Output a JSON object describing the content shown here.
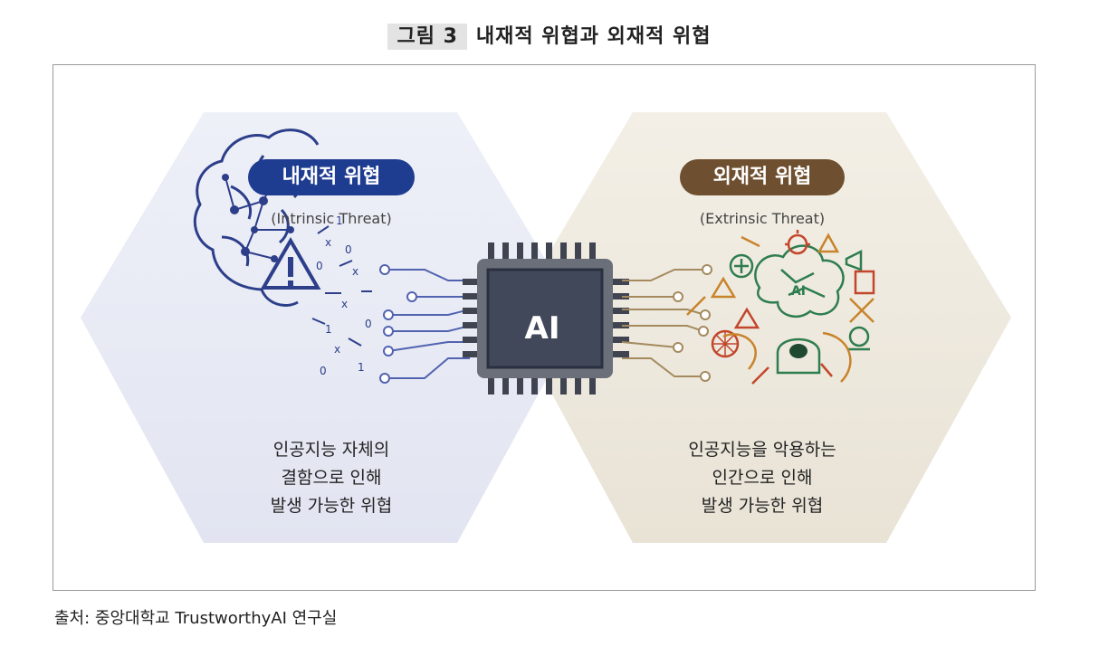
{
  "figure": {
    "number": "그림 3",
    "title": "내재적 위협과 외재적 위협"
  },
  "intrinsic": {
    "title": "내재적 위협",
    "subtitle": "(Intrinsic Threat)",
    "description": [
      "인공지능 자체의",
      "결함으로 인해",
      "발생 가능한 위협"
    ],
    "color": "#1e3c90"
  },
  "extrinsic": {
    "title": "외재적 위협",
    "subtitle": "(Extrinsic Threat)",
    "description": [
      "인공지능을 악용하는",
      "인간으로 인해",
      "발생 가능한 위협"
    ],
    "color": "#6e4f2f"
  },
  "chip": {
    "label": "AI"
  },
  "brain_label": "AI",
  "source": "출처: 중앙대학교 TrustworthyAI 연구실"
}
